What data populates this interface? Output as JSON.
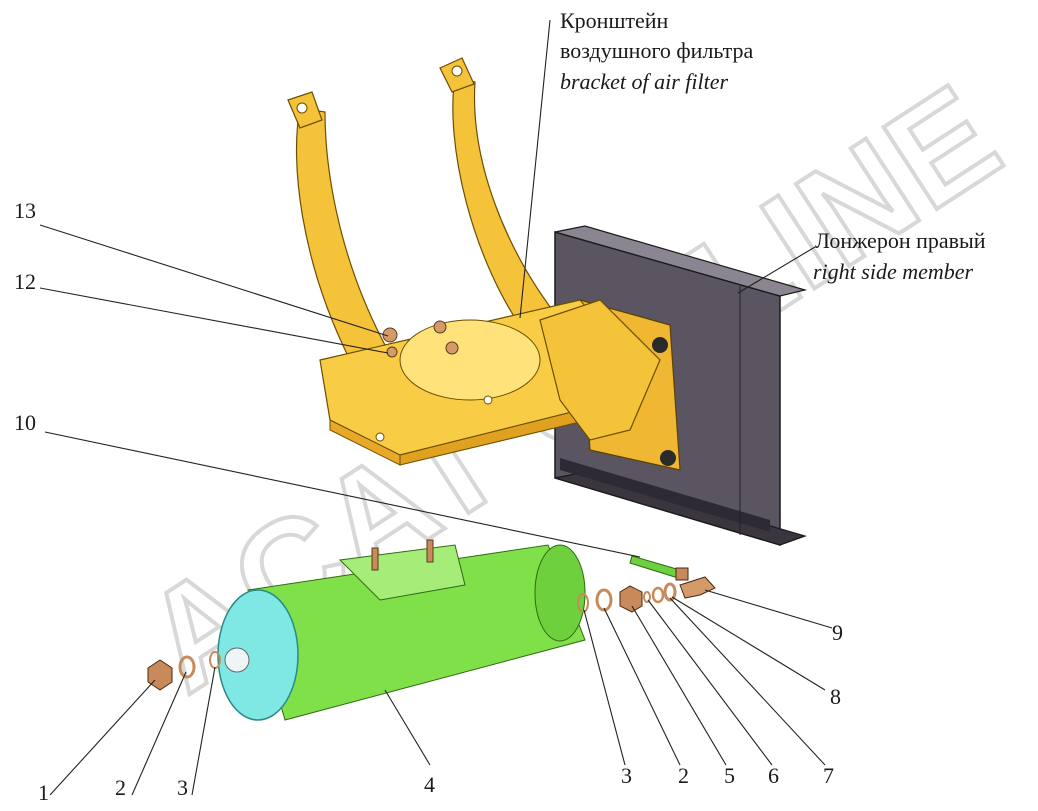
{
  "labels": {
    "bracket_ru_1": "Кронштейн",
    "bracket_ru_2": "воздушного фильтра",
    "bracket_en": "bracket of air filter",
    "member_ru": "Лонжерон правый",
    "member_en": "right side member"
  },
  "watermark": "ACAT ONLINE",
  "callouts": {
    "n1": "1",
    "n2a": "2",
    "n3a": "3",
    "n4": "4",
    "n3b": "3",
    "n2b": "2",
    "n5": "5",
    "n6": "6",
    "n7": "7",
    "n8": "8",
    "n9": "9",
    "n10": "10",
    "n12": "12",
    "n13": "13"
  },
  "colors": {
    "bracket": "#f5c33a",
    "bracket_light": "#ffe27a",
    "member": "#4a4550",
    "receiver": "#7fe04a",
    "receiver_end": "#7fe8e4",
    "fitting": "#c88a5a"
  }
}
